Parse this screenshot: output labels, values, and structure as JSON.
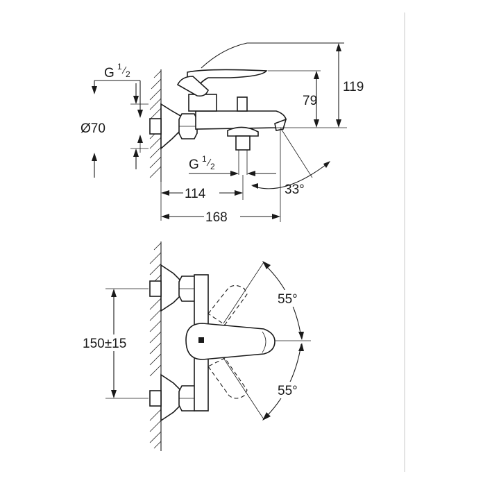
{
  "side_view": {
    "thread_wall": {
      "main": "G",
      "frac_num": "1",
      "frac_den": "2"
    },
    "thread_outlet": {
      "main": "G",
      "frac_num": "1",
      "frac_den": "2"
    },
    "diameter": "Ø70",
    "height_total": "119",
    "height_lever": "79",
    "depth_outlet": "114",
    "depth_total": "168",
    "spout_angle": "33°"
  },
  "front_view": {
    "centre_distance": "150±15",
    "lever_angle_up": "55°",
    "lever_angle_down": "55°"
  },
  "colors": {
    "line": "#1a1a1a",
    "background": "#ffffff",
    "divider": "#c8c8c8"
  }
}
